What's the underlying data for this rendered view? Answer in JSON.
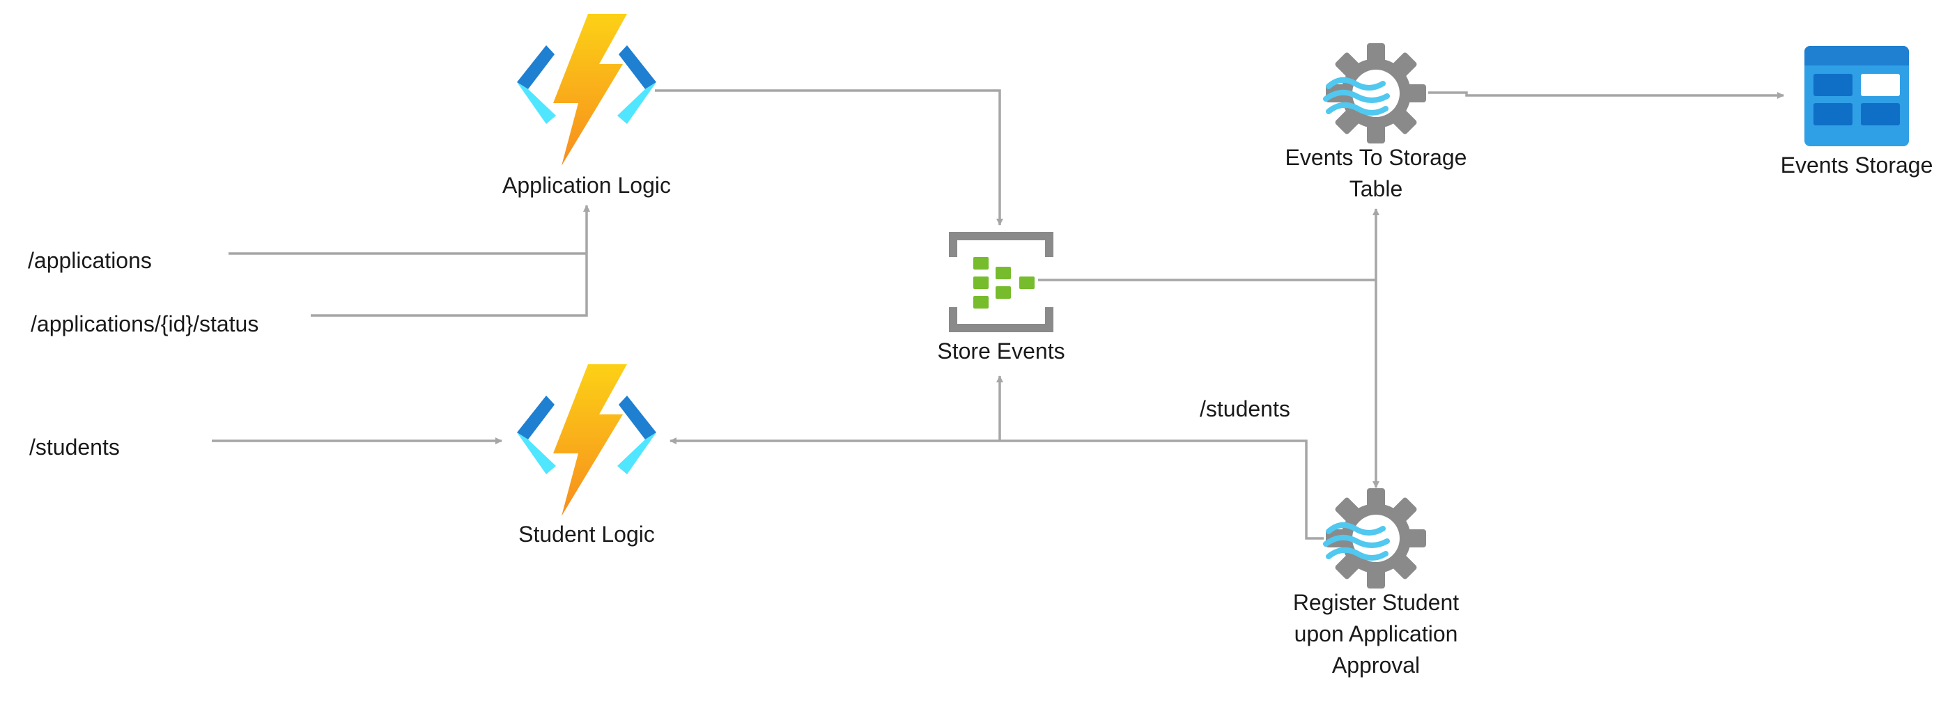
{
  "nodes": {
    "app_logic": {
      "label": "Application Logic",
      "icon": "azure-function-icon"
    },
    "student_logic": {
      "label": "Student Logic",
      "icon": "azure-function-icon"
    },
    "store_events": {
      "label": "Store Events",
      "icon": "event-hub-icon"
    },
    "events_to_storage": {
      "line1": "Events To Storage",
      "line2": "Table",
      "icon": "stream-analytics-icon"
    },
    "register_student": {
      "line1": "Register Student",
      "line2": "upon Application",
      "line3": "Approval",
      "icon": "stream-analytics-icon"
    },
    "events_storage": {
      "label": "Events Storage",
      "icon": "table-storage-icon"
    }
  },
  "routes": {
    "applications": "/applications",
    "application_status": "/applications/{id}/status",
    "students": "/students",
    "students_output": "/students"
  },
  "colors": {
    "connector": "#a6a6a6",
    "bolt_top": "#fcd116",
    "bolt_bottom": "#f78d1e",
    "bracket_dark": "#1f7fd1",
    "bracket_light": "#50e6ff",
    "hub_frame": "#8a8a8a",
    "hub_square": "#76bc2d",
    "gear": "#8a8a8a",
    "wave": "#50c8f0",
    "table_header": "#1f7fd1",
    "table_body": "#2f9fe6",
    "table_cell": "#0f6fc6"
  }
}
